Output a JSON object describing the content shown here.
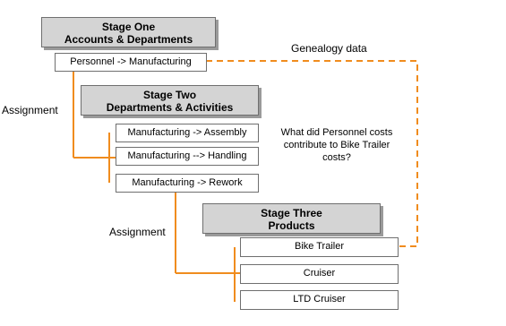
{
  "stages": {
    "one": {
      "line1": "Stage One",
      "line2": "Accounts & Departments"
    },
    "two": {
      "line1": "Stage Two",
      "line2": "Departments & Activities"
    },
    "three": {
      "line1": "Stage Three",
      "line2": "Products"
    }
  },
  "boxes": {
    "personnel": "Personnel -> Manufacturing",
    "assembly": "Manufacturing -> Assembly",
    "handling": "Manufacturing --> Handling",
    "rework": "Manufacturing -> Rework",
    "bike_trailer": "Bike Trailer",
    "cruiser": "Cruiser",
    "ltd_cruiser": "LTD Cruiser"
  },
  "labels": {
    "assignment_1": "Assignment",
    "assignment_2": "Assignment",
    "genealogy": "Genealogy data",
    "question_line1": "What did Personnel costs",
    "question_line2": "contribute to Bike Trailer",
    "question_line3": "costs?"
  },
  "colors": {
    "connector": "#f08c1e",
    "stage_fill": "#d4d4d4"
  }
}
